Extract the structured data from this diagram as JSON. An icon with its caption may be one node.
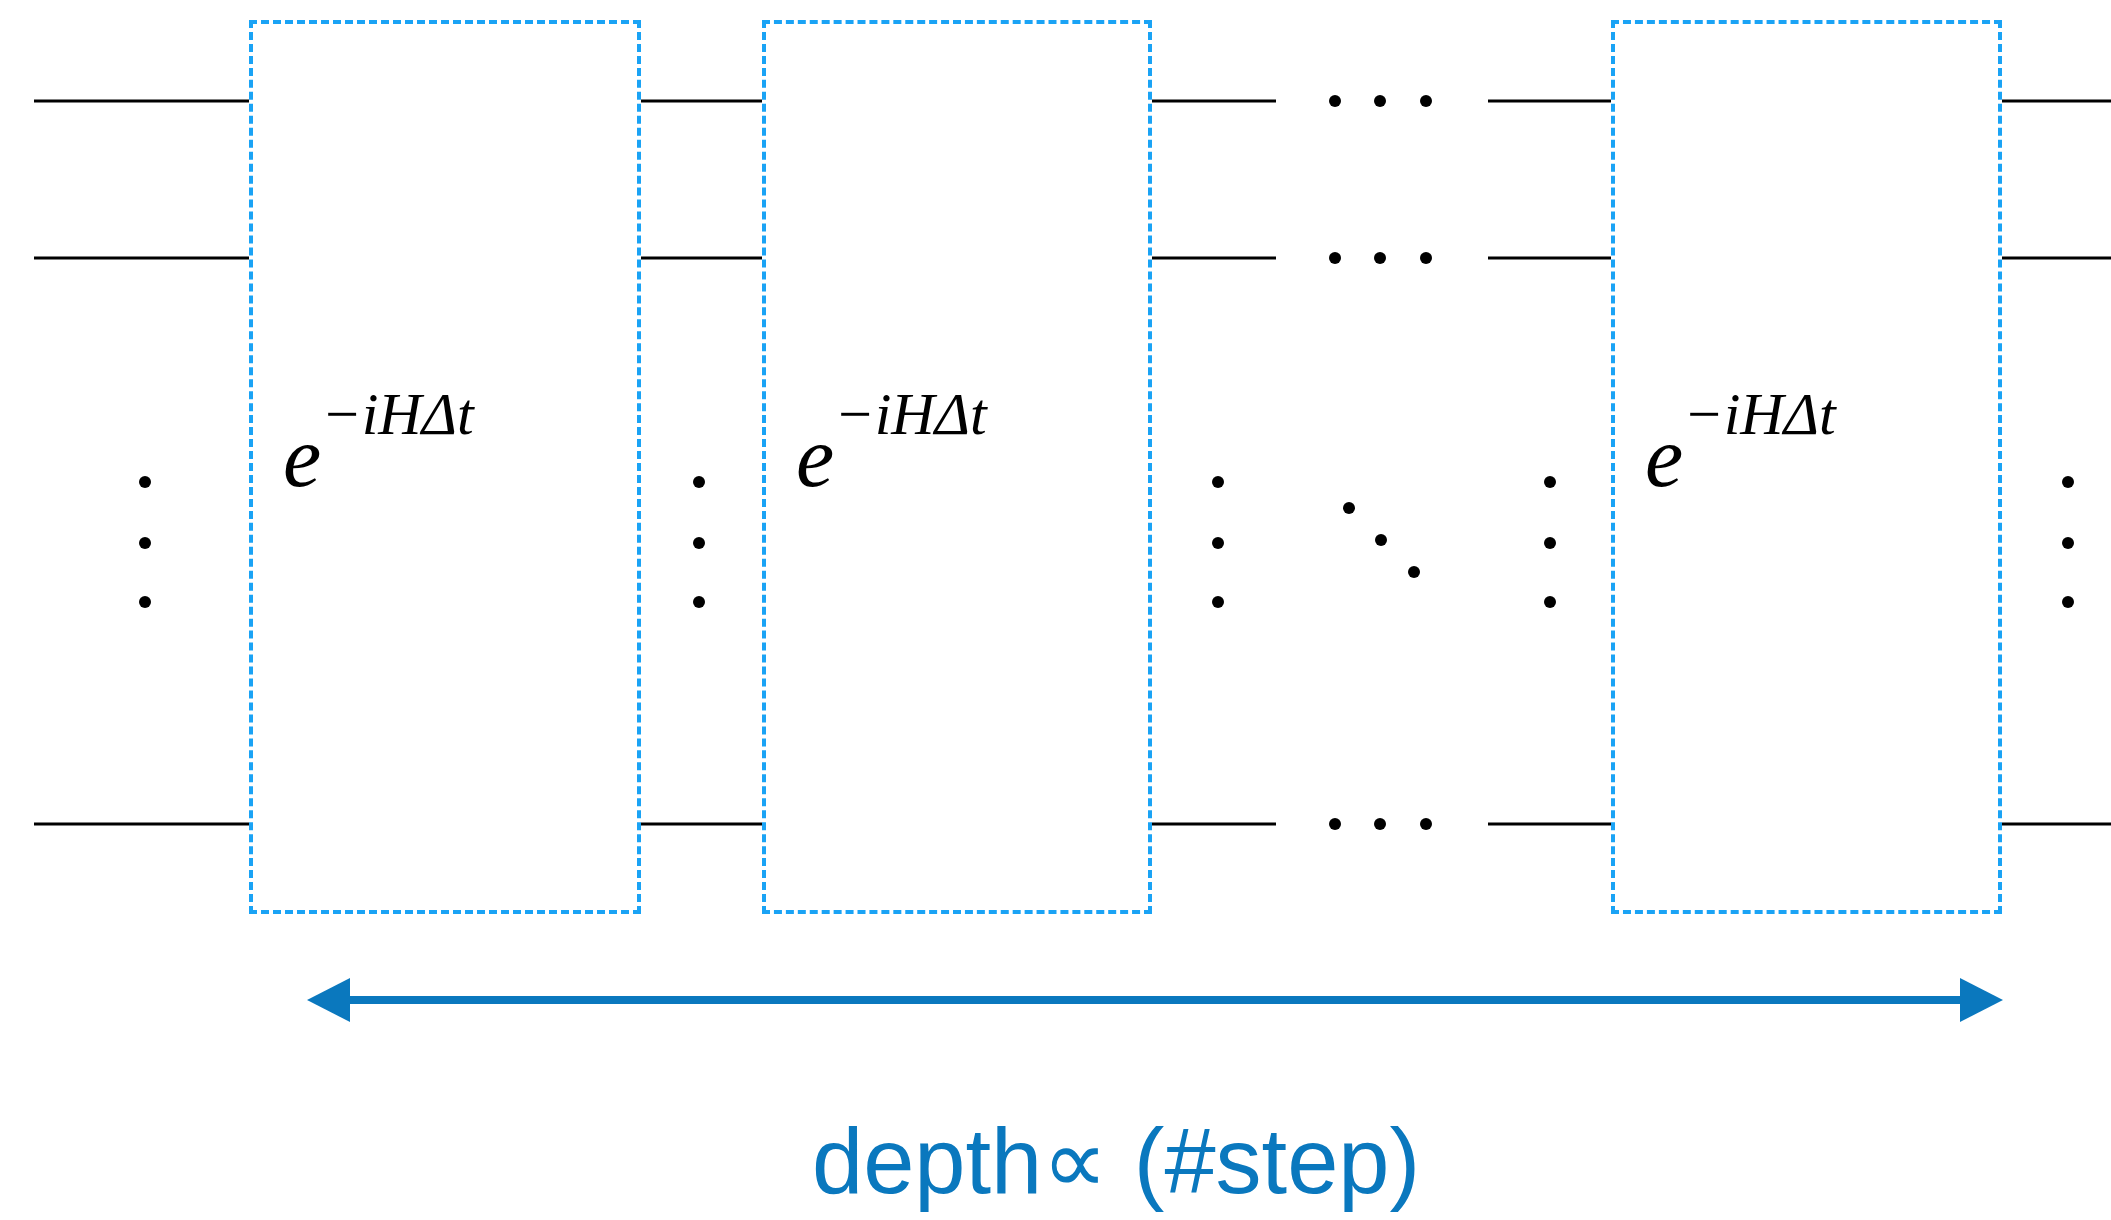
{
  "diagram": {
    "nodes": [
      {
        "text": [
          "e$^{−iHΔt}$"
        ]
      },
      {
        "text": [
          "e$^{−iHΔt}$"
        ]
      },
      {
        "text": [
          "e$^{−iHΔt}$"
        ]
      }
    ],
    "edges": [
      {
        "from": null,
        "to": 0,
        "arrow": "none"
      },
      {
        "from": null,
        "to": 0,
        "arrow": "none"
      },
      {
        "from": null,
        "to": 0,
        "arrow": "none"
      },
      {
        "from": 0,
        "to": 1,
        "arrow": "none"
      },
      {
        "from": 0,
        "to": 1,
        "arrow": "none"
      },
      {
        "from": 0,
        "to": 1,
        "arrow": "none"
      },
      {
        "from": 1,
        "to": null,
        "arrow": "none"
      },
      {
        "from": 1,
        "to": null,
        "arrow": "none"
      },
      {
        "from": 1,
        "to": null,
        "arrow": "none"
      },
      {
        "from": null,
        "to": 2,
        "arrow": "none"
      },
      {
        "from": null,
        "to": 2,
        "arrow": "none"
      },
      {
        "from": null,
        "to": 2,
        "arrow": "none"
      },
      {
        "from": 2,
        "to": null,
        "arrow": "none"
      },
      {
        "from": 2,
        "to": null,
        "arrow": "none"
      },
      {
        "from": 2,
        "to": null,
        "arrow": "none"
      }
    ],
    "labels": [
      "depth∝ (#step)"
    ]
  }
}
